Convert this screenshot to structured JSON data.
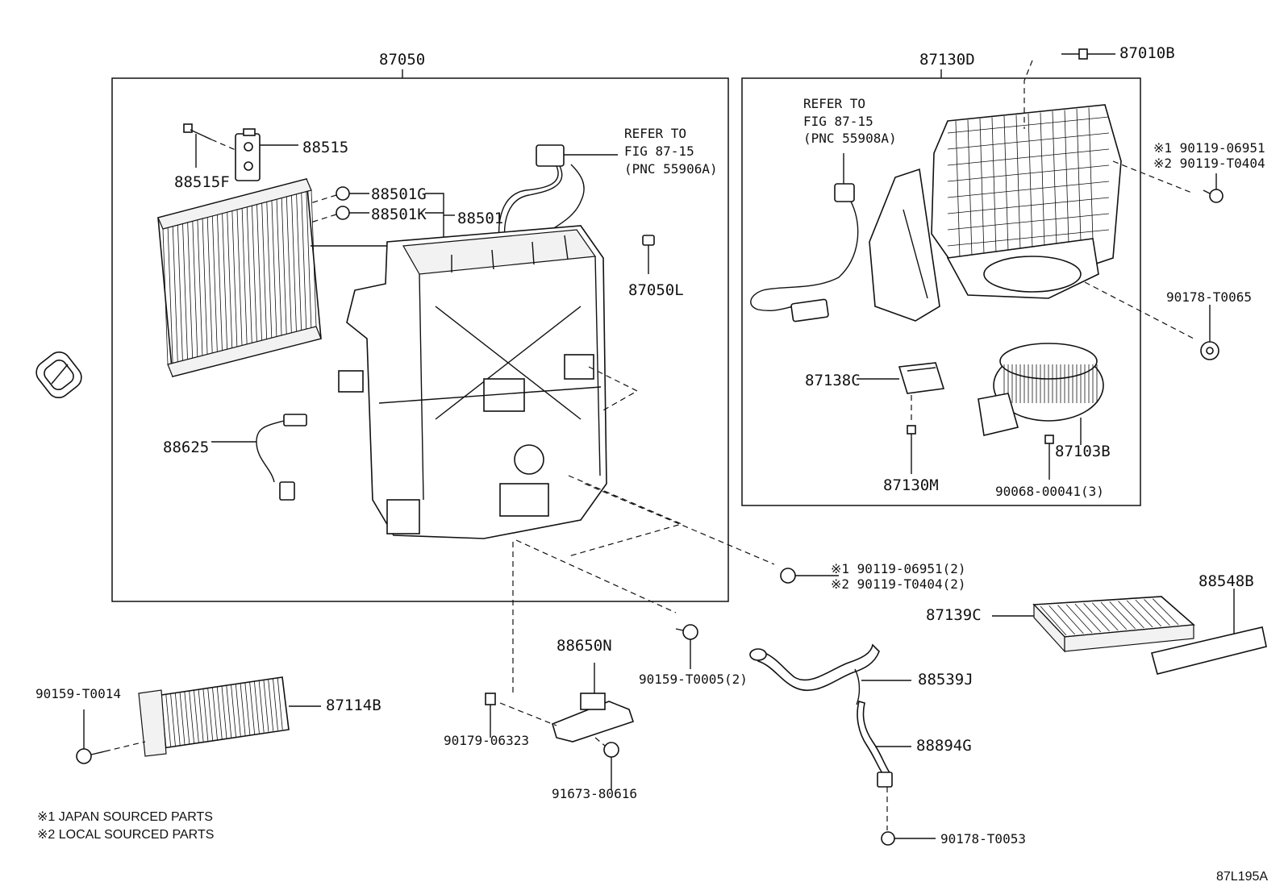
{
  "labels": {
    "l87050": "87050",
    "l88515": "88515",
    "l88515F": "88515F",
    "l88501G": "88501G",
    "l88501K": "88501K",
    "l88501": "88501",
    "refer1_a": "REFER TO",
    "refer1_b": "FIG 87-15",
    "refer1_c": "(PNC 55906A)",
    "l87050L": "87050L",
    "l88625": "88625",
    "l87130D": "87130D",
    "l87010B": "87010B",
    "refer2_a": "REFER TO",
    "refer2_b": "FIG 87-15",
    "refer2_c": "(PNC 55908A)",
    "l90119a1": "※1 90119-06951",
    "l90119a2": "※2 90119-T0404",
    "l90178T0065": "90178-T0065",
    "l87138C": "87138C",
    "l87103B": "87103B",
    "l87130M": "87130M",
    "l90068": "90068-00041(3)",
    "l90119b1": "※1 90119-06951(2)",
    "l90119b2": "※2 90119-T0404(2)",
    "l88548B": "88548B",
    "l87139C": "87139C",
    "l88650N": "88650N",
    "l90159T0005": "90159-T0005(2)",
    "l88539J": "88539J",
    "l90159T0014": "90159-T0014",
    "l87114B": "87114B",
    "l90179": "90179-06323",
    "l88894G": "88894G",
    "l91673": "91673-80616",
    "l90178T0053": "90178-T0053",
    "note1": "※1 JAPAN SOURCED PARTS",
    "note2": "※2 LOCAL SOURCED PARTS",
    "figure_id": "87L195A"
  }
}
